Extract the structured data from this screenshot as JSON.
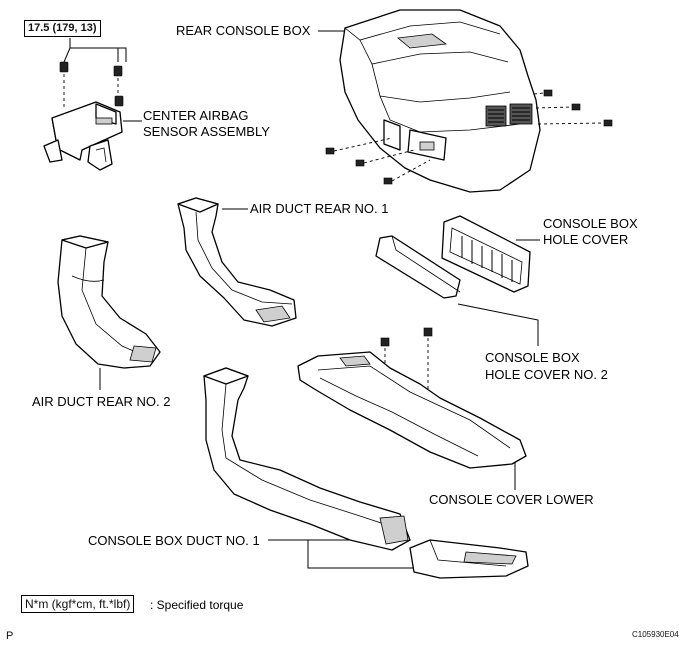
{
  "torque_box": "17.5 (179, 13)",
  "labels": {
    "rear_console_box": "REAR CONSOLE BOX",
    "center_airbag_line1": "CENTER AIRBAG",
    "center_airbag_line2": "SENSOR ASSEMBLY",
    "air_duct_rear_1": "AIR DUCT REAR NO. 1",
    "console_box_hole_cover_line1": "CONSOLE BOX",
    "console_box_hole_cover_line2": "HOLE COVER",
    "console_box_hole_cover_2_line1": "CONSOLE BOX",
    "console_box_hole_cover_2_line2": "HOLE COVER NO. 2",
    "air_duct_rear_2": "AIR DUCT REAR NO. 2",
    "console_cover_lower": "CONSOLE COVER LOWER",
    "console_box_duct_1": "CONSOLE BOX DUCT NO. 1"
  },
  "legend": {
    "unit_box": "N*m (kgf*cm, ft.*lbf)",
    "text": ": Specified torque"
  },
  "footer": {
    "left_mark": "P",
    "figure_code": "C105930E04"
  }
}
